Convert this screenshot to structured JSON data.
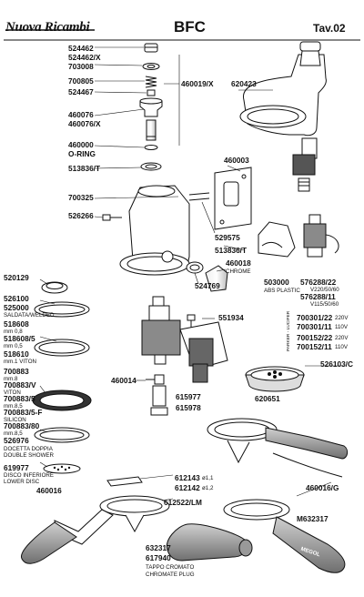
{
  "header": {
    "brand": "Nuova Ricambi",
    "model": "BFC",
    "plate": "Tav.02"
  },
  "labels": {
    "p524462": "524462",
    "p524462x": "524462/X",
    "p703008": "703008",
    "p700805": "700805",
    "p524467": "524467",
    "p460076": "460076",
    "p460076x": "460076/X",
    "p460000": "460000",
    "oring": "O-RING",
    "p513836t_left": "513836/T",
    "p460019x": "460019/X",
    "p620423": "620423",
    "p460003": "460003",
    "p700325": "700325",
    "p526266": "526266",
    "p529575": "529575",
    "p513836t": "513836/T",
    "p460018": "460018",
    "chrome": "CHROME",
    "p524769": "524769",
    "p503000": "503000",
    "abs_plastic": "ABS PLASTIC",
    "p576288_22": "576288/22",
    "v220": "V220/50/60",
    "p576288_11": "576288/11",
    "v115": "V115/50/60",
    "p520129": "520129",
    "p526100": "526100",
    "p525000": "525000",
    "saldata": "SALDATA/WELDED",
    "p518608": "518608",
    "mm08": "mm 0,8",
    "p518608_5": "518608/5",
    "mm05": "mm 0,5",
    "p518610": "518610",
    "mm1viton": "mm.1 VITON",
    "p551934": "551934",
    "p700301_22": "700301/22",
    "v220a": "220V",
    "p700301_11": "700301/11",
    "v110a": "110V",
    "p700152_22": "700152/22",
    "v220b": "220V",
    "p700152_11": "700152/11",
    "v110b": "110V",
    "parker_lucifer": "PARKER - LUCIFER",
    "p526103c": "526103/C",
    "p700883": "700883",
    "mm8a": "mm.8",
    "p700883v": "700883/V",
    "viton": "VITON",
    "p700883_5": "700883/5",
    "mm85a": "mm.8,5",
    "p700883_5f": "700883/5-F",
    "silicon": "SILICON",
    "p700883_80": "700883/80",
    "mm85b": "mm.8,5",
    "p460014": "460014",
    "p615977": "615977",
    "p615978": "615978",
    "p620651": "620651",
    "p526976": "526976",
    "doccetta": "DOCETTA DOPPIA",
    "double_shower": "DOUBLE SHOWER",
    "p619977": "619977",
    "disco": "DISCO INFERIORE",
    "lower_disc": "LOWER DISC",
    "p612143": "612143",
    "o11": "ø1,1",
    "p612142": "612142",
    "o12": "ø1,2",
    "p460016": "460016",
    "p612522lm": "612522/LM",
    "p460016g": "460016/G",
    "p632317": "632317",
    "p617940": "617940",
    "tappo": "TAPPO CROMATO",
    "chromate_plug": "CHROMATE PLUG",
    "pm632317": "M632317",
    "megol": "MEGOL"
  },
  "colors": {
    "ink": "#111111",
    "paper": "#ffffff",
    "handle_dark": "#6f6f6f",
    "handle_light": "#cfcfcf",
    "coil": "#8a8a8a"
  }
}
